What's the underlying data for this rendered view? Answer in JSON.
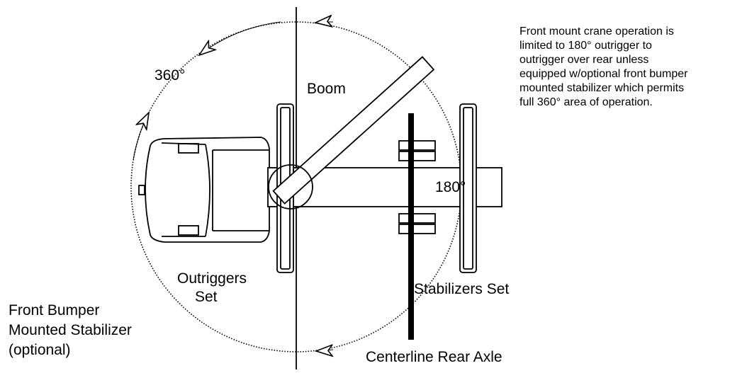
{
  "colors": {
    "ink": "#000000",
    "background": "#ffffff"
  },
  "labels": {
    "rotation_full": "360°",
    "boom": "Boom",
    "rotation_rear": "180°",
    "outriggers_line1": "Outriggers",
    "outriggers_line2": "Set",
    "stabilizers": "Stabilizers Set",
    "front_bumper_line1": "Front Bumper",
    "front_bumper_line2": "Mounted Stabilizer",
    "front_bumper_line3": "(optional)",
    "rear_axle": "Centerline Rear Axle"
  },
  "note": {
    "lines": [
      "Front mount crane operation is",
      "limited to 180° outrigger to",
      "outrigger over rear unless",
      "equipped w/optional front bumper",
      "mounted stabilizer which permits",
      "full 360° area of operation."
    ]
  }
}
